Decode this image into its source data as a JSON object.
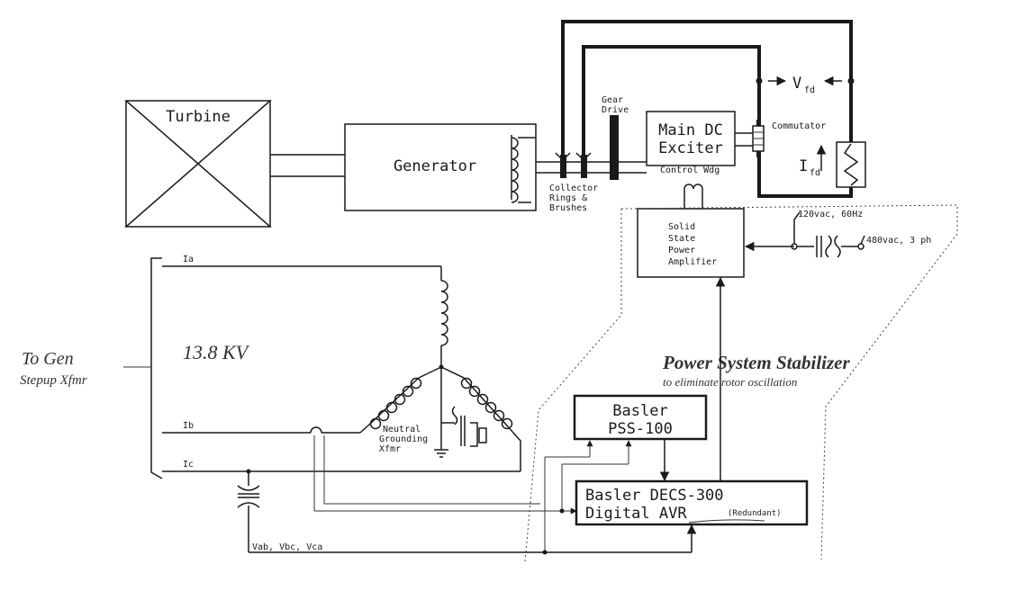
{
  "labels": {
    "turbine": "Turbine",
    "generator": "Generator",
    "gear_drive_1": "Gear",
    "gear_drive_2": "Drive",
    "main_dc_1": "Main DC",
    "main_dc_2": "Exciter",
    "commutator": "Commutator",
    "vfd": "V",
    "vfd_sub": "fd",
    "ifd": "I",
    "ifd_sub": "fd",
    "control_wdg": "Control Wdg",
    "collector_1": "Collector",
    "collector_2": "Rings &",
    "collector_3": "Brushes",
    "amp_1": "Solid",
    "amp_2": "State",
    "amp_3": "Power",
    "amp_4": "Amplifier",
    "supply_120": "120vac, 60Hz",
    "supply_480": "480vac, 3 ph",
    "ia": "Ia",
    "ib": "Ib",
    "ic": "Ic",
    "kv": "13.8 KV",
    "to_gen": "To Gen",
    "stepup": "Stepup Xfmr",
    "neutral_1": "Neutral",
    "neutral_2": "Grounding",
    "neutral_3": "Xfmr",
    "pss_title": "Power System Stabilizer",
    "pss_sub": "to eliminate rotor oscillation",
    "pss_1": "Basler",
    "pss_2": "PSS-100",
    "decs_1": "Basler DECS-300",
    "decs_2": "Digital AVR",
    "redundant": "(Redundant)",
    "vabc": "Vab, Vbc, Vca"
  }
}
